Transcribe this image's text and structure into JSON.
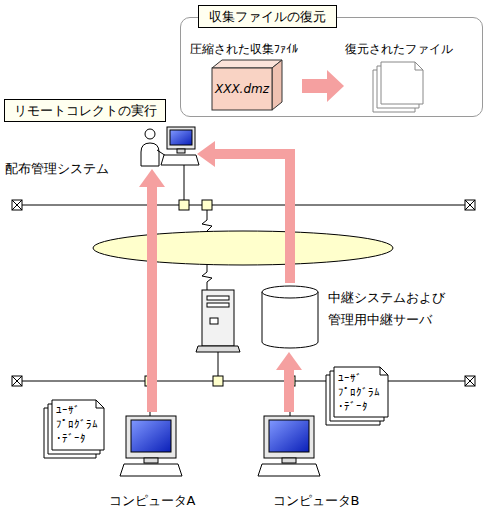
{
  "diagram": {
    "nodes": [
      {
        "text": [
          "収集ファイルの復元"
        ]
      },
      {
        "text": [
          "圧縮された収集ﾌｧｲﾙ",
          "XXX.dmz"
        ],
        "in": 0
      },
      {
        "text": [
          "復元されたファイル"
        ],
        "in": 0
      },
      {
        "text": [
          "リモートコレクトの実行"
        ]
      },
      {
        "text": [
          "配布管理システム"
        ]
      },
      {
        "text": [
          "中継システムおよび 管理用中継サーバ"
        ]
      },
      {
        "text": [
          "ﾕｰｻﾞ ﾌﾟﾛｸﾞﾗﾑ ・ﾃﾞｰﾀ"
        ]
      },
      {
        "text": [
          "コンピュータA"
        ]
      },
      {
        "text": [
          "ﾕｰｻﾞ ﾌﾟﾛｸﾞﾗﾑ ・ﾃﾞｰﾀ"
        ]
      },
      {
        "text": [
          "コンピュータB"
        ]
      }
    ],
    "edges": [
      {
        "from": 1,
        "to": 2,
        "arrow": "to"
      },
      {
        "from": 7,
        "to": 4,
        "arrow": "to"
      },
      {
        "from": 9,
        "to": 5,
        "arrow": "to"
      },
      {
        "from": 5,
        "to": 4,
        "arrow": "to"
      }
    ]
  }
}
